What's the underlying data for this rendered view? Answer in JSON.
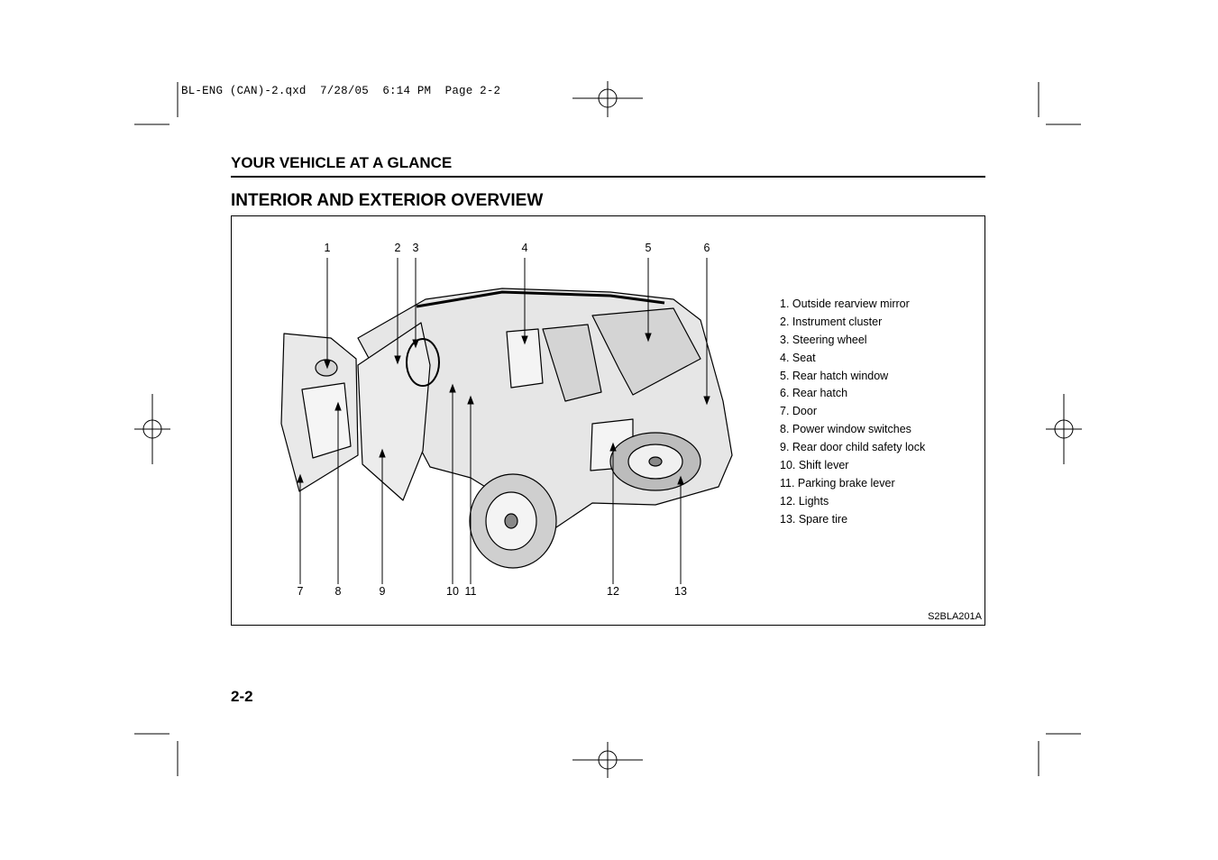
{
  "slug": "BL-ENG (CAN)-2.qxd  7/28/05  6:14 PM  Page 2-2",
  "section_header": "YOUR VEHICLE AT A GLANCE",
  "page_title": "INTERIOR AND EXTERIOR OVERVIEW",
  "figure": {
    "code": "S2BLA201A",
    "callouts_top": [
      "1",
      "2",
      "3",
      "4",
      "5",
      "6"
    ],
    "callouts_bottom": [
      "7",
      "8",
      "9",
      "10",
      "11",
      "12",
      "13"
    ],
    "legend": [
      "1. Outside rearview mirror",
      "2. Instrument cluster",
      "3. Steering wheel",
      "4. Seat",
      "5. Rear hatch window",
      "6. Rear hatch",
      "7. Door",
      "8. Power window switches",
      "9. Rear door child safety lock",
      "10. Shift lever",
      "11. Parking brake lever",
      "12. Lights",
      "13. Spare tire"
    ]
  },
  "page_number": "2-2",
  "colors": {
    "ink": "#000000",
    "illustration_fill": "#e6e6e6",
    "window_fill": "#d4d4d4"
  }
}
